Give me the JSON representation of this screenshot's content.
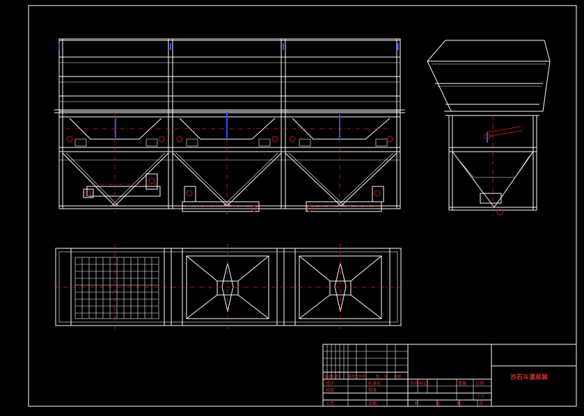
{
  "drawing": {
    "title": "沙石斗混总装",
    "scale": "1:1",
    "title_block": {
      "header_row": [
        "标记处数",
        "更改文件号",
        "签",
        "字",
        "日期"
      ],
      "left_rows": [
        {
          "label": "设计",
          "value": "标准化"
        },
        {
          "label": "校核",
          "value": "批准"
        },
        {
          "label": "工艺",
          "value": "日期"
        }
      ],
      "mid_headers": [
        "阶段标记",
        "重量",
        "比例"
      ],
      "bottom_row": [
        "共",
        "张",
        "第",
        "张"
      ]
    }
  },
  "colors": {
    "background": "#000000",
    "lines": "#ffffff",
    "center_lines": "#e02020",
    "accent": "#3050ff",
    "text": "#e83030"
  }
}
